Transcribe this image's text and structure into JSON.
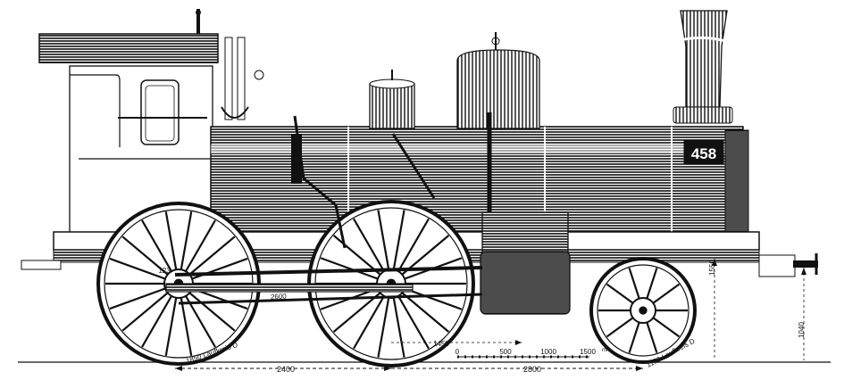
{
  "plate": {
    "number": "458"
  },
  "wheel_labels": {
    "rear_hub_number": "123",
    "rod_length": "2600",
    "rear_wheel_caption": "1850 Laufkreis D",
    "front_wheel_caption": "1130 Laufkreis D"
  },
  "dimensions": {
    "wheelbase_rear": "2400",
    "wheelbase_front": "2800",
    "axle_height": "1550",
    "buffer_height": "1040",
    "cylinder_offset": "1450"
  },
  "scale_bar": {
    "ticks": [
      "0",
      "500",
      "1000",
      "1500"
    ],
    "unit": "mm"
  },
  "colors": {
    "ink": "#111111",
    "paper": "#ffffff"
  }
}
